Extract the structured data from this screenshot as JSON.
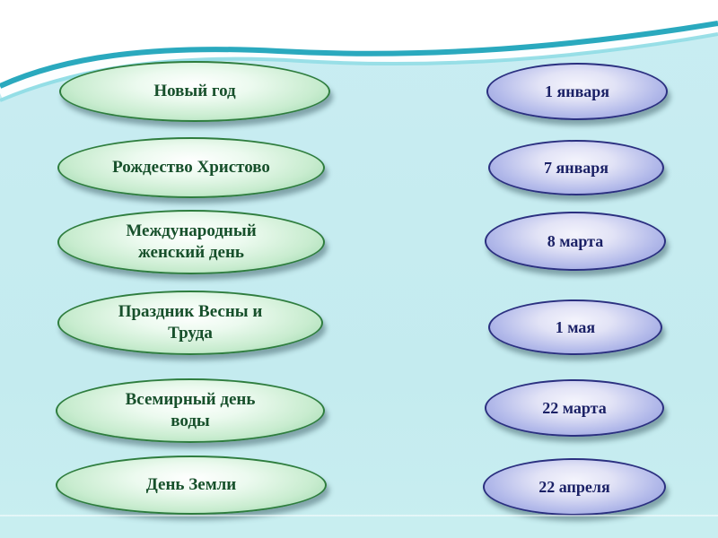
{
  "slide": {
    "type": "presentation-slide-matching-exercise",
    "theme": {
      "background": "#c9edf2",
      "wave_accent": "#2aa9be",
      "wave_accent_light": "#8edbe4",
      "green_fill_edge": "#8fd0a0",
      "green_border": "#2e7d3e",
      "green_text": "#17502b",
      "blue_fill_edge": "#8a93d8",
      "blue_border": "#2b3080",
      "blue_text": "#1b2166"
    },
    "left_column": [
      {
        "label": "Новый год"
      },
      {
        "label": "Рождество Христово"
      },
      {
        "label": "Международный\nженский день"
      },
      {
        "label": "Праздник Весны и\nТруда"
      },
      {
        "label": "Всемирный день\nводы"
      },
      {
        "label": "День Земли"
      }
    ],
    "right_column": [
      {
        "label": "1 января"
      },
      {
        "label": "7 января"
      },
      {
        "label": "8 марта"
      },
      {
        "label": "1 мая"
      },
      {
        "label": "22 марта"
      },
      {
        "label": "22 апреля"
      }
    ]
  }
}
